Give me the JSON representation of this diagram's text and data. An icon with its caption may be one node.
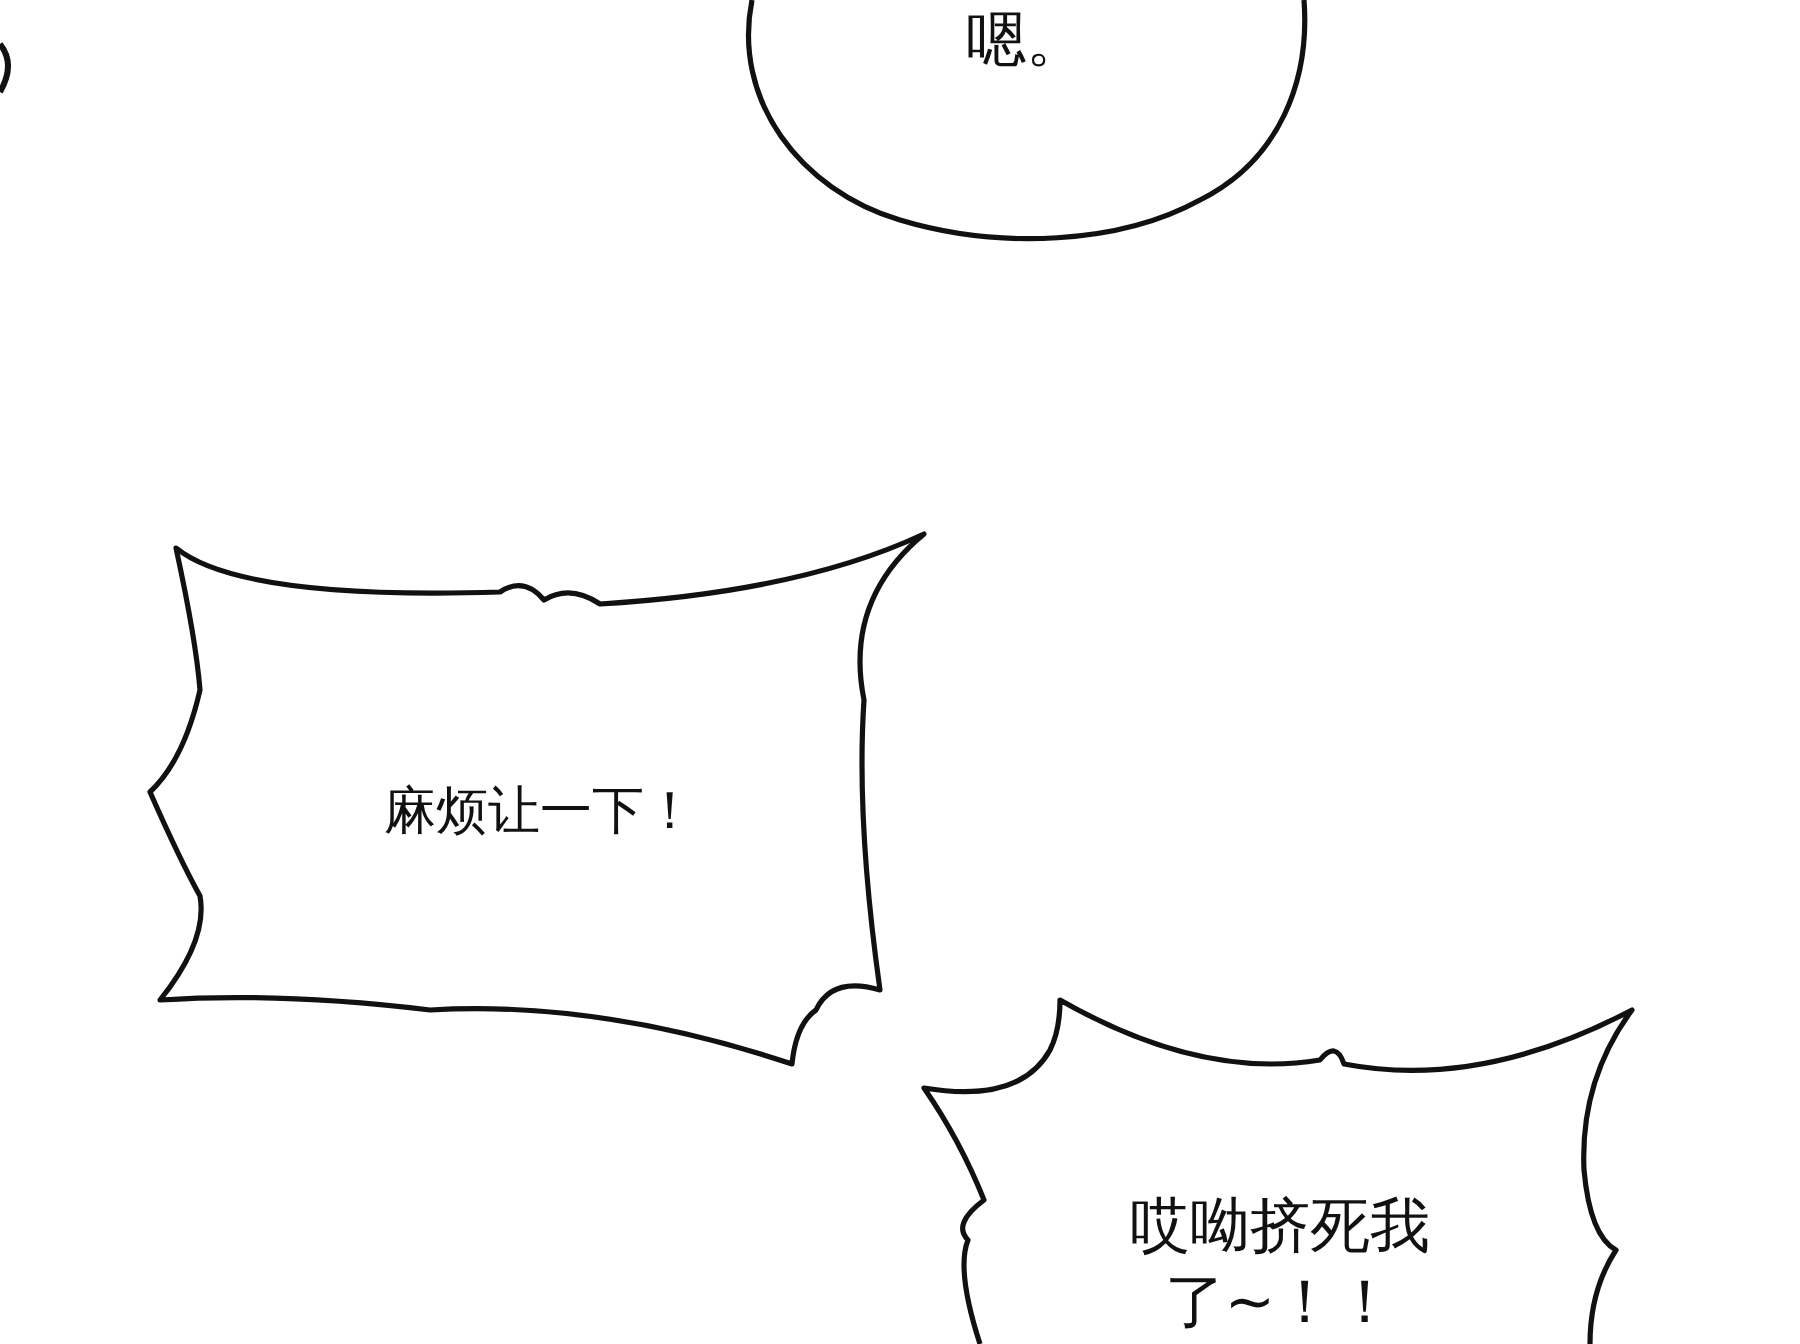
{
  "diagram": {
    "nodes": [
      {
        "text": [
          "嗯。"
        ]
      },
      {
        "text": [
          "麻烦让一下！"
        ]
      },
      {
        "text": [
          "哎呦挤死我了~！！"
        ]
      }
    ]
  }
}
